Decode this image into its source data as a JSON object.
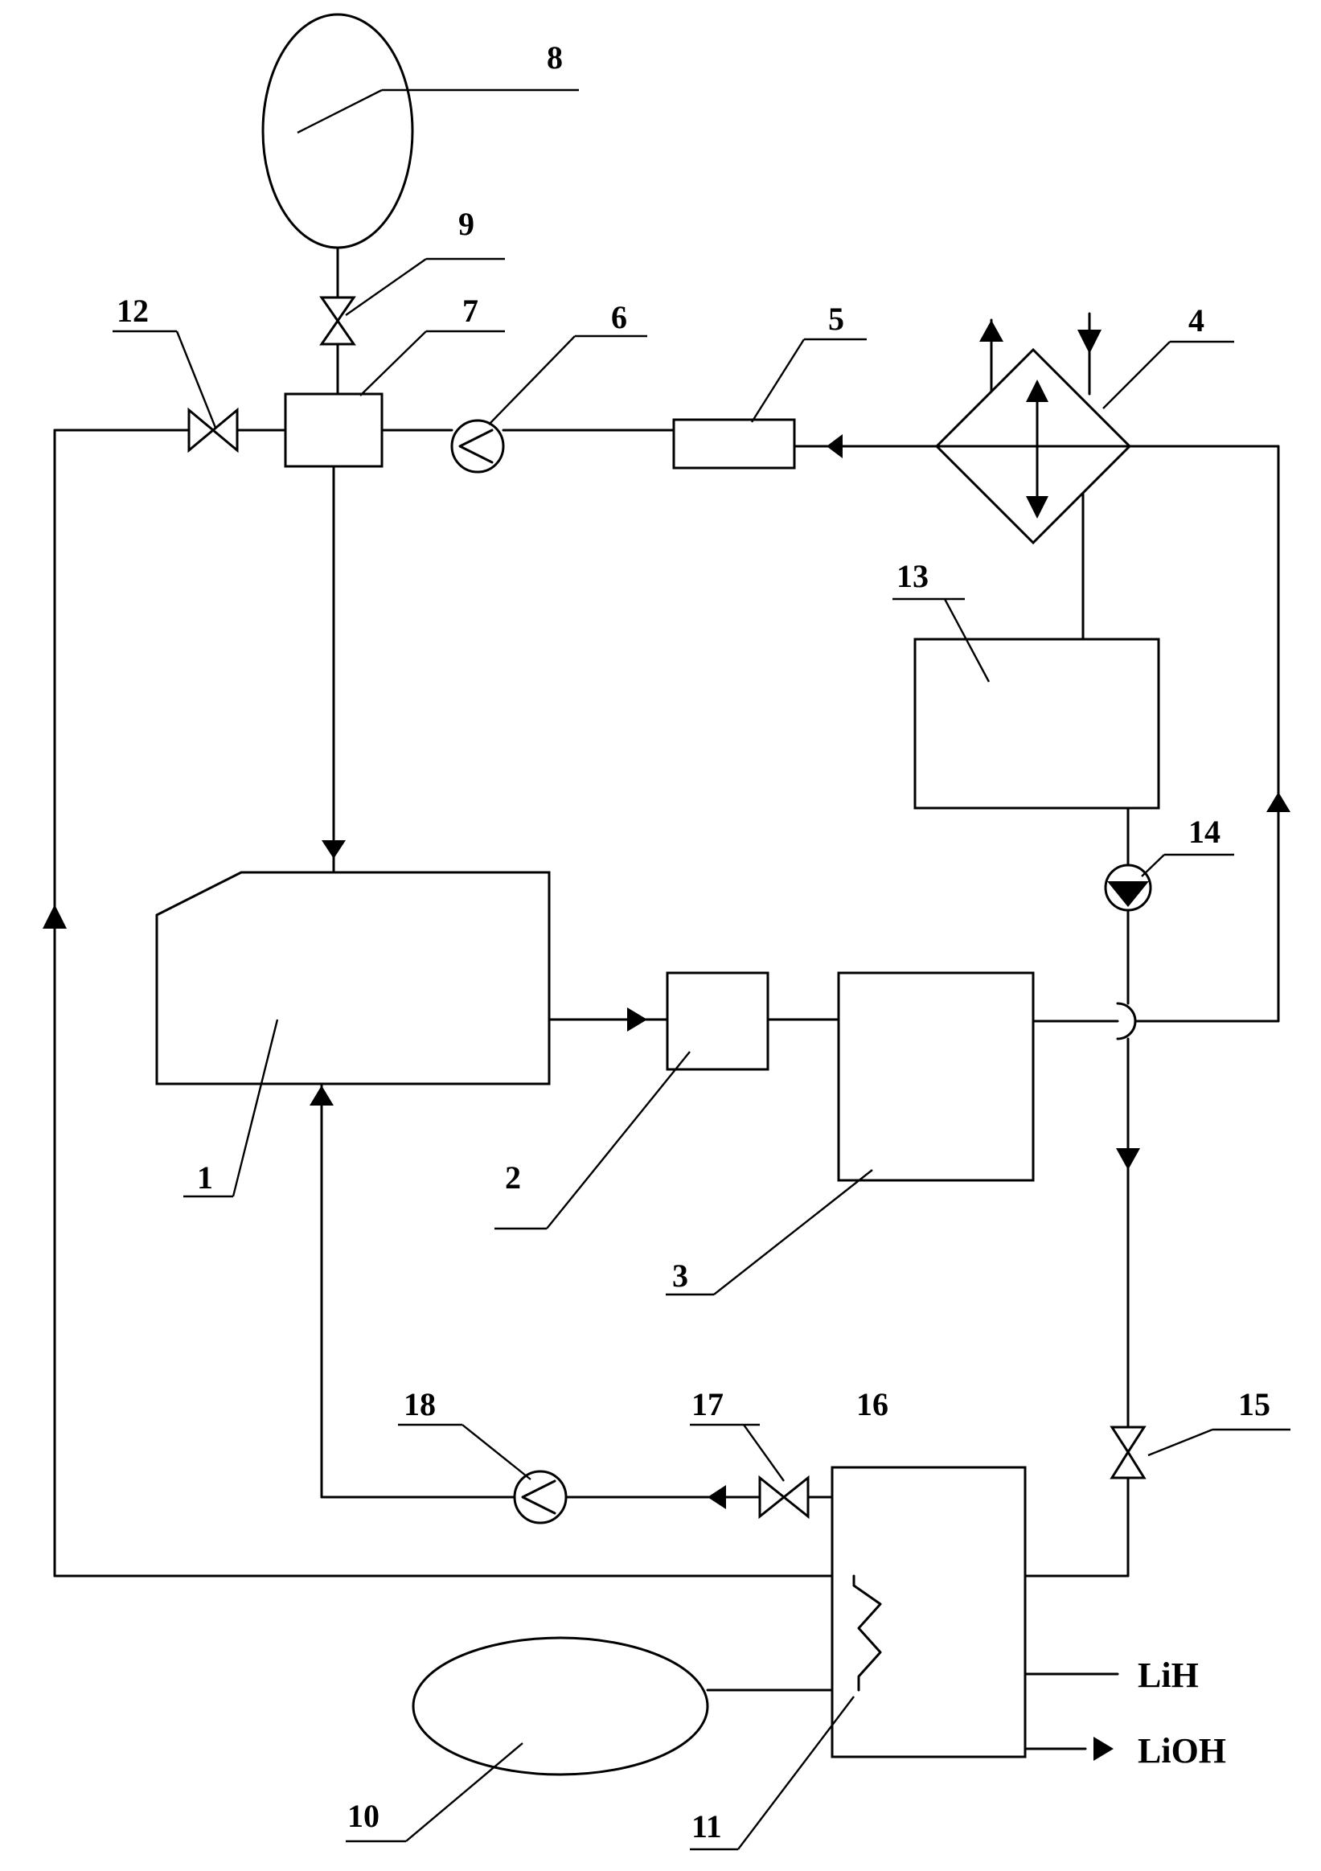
{
  "labels": {
    "n1": "1",
    "n2": "2",
    "n3": "3",
    "n4": "4",
    "n5": "5",
    "n6": "6",
    "n7": "7",
    "n8": "8",
    "n9": "9",
    "n10": "10",
    "n11": "11",
    "n12": "12",
    "n13": "13",
    "n14": "14",
    "n15": "15",
    "n16": "16",
    "n17": "17",
    "n18": "18"
  },
  "streams": {
    "lih": "LiH",
    "lioh": "LiOH"
  }
}
